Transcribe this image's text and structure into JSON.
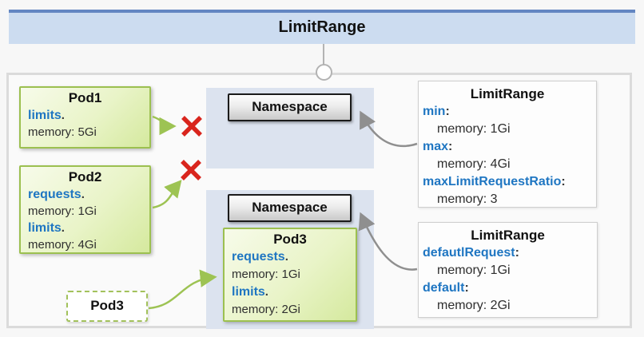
{
  "header": {
    "title": "LimitRange"
  },
  "diagram": {
    "pods": [
      {
        "title": "Pod1",
        "lines": [
          {
            "key": "limits",
            "punct": "."
          },
          {
            "text": "memory: 5Gi"
          }
        ]
      },
      {
        "title": "Pod2",
        "lines": [
          {
            "key": "requests",
            "punct": "."
          },
          {
            "text": "memory: 1Gi"
          },
          {
            "key": "limits",
            "punct": "."
          },
          {
            "text": "memory: 4Gi"
          }
        ]
      },
      {
        "title": "Pod3",
        "lines": [
          {
            "key": "requests",
            "punct": "."
          },
          {
            "text": "memory: 1Gi"
          },
          {
            "key": "limits",
            "punct": "."
          },
          {
            "text": "memory: 2Gi"
          }
        ]
      }
    ],
    "ghost_pod": {
      "label": "Pod3"
    },
    "namespaces": [
      {
        "label": "Namespace"
      },
      {
        "label": "Namespace"
      }
    ],
    "limitranges": [
      {
        "title": "LimitRange",
        "lines": [
          {
            "key": "min",
            "punct": ":"
          },
          {
            "text": "memory: 1Gi"
          },
          {
            "key": "max",
            "punct": ":"
          },
          {
            "text": "memory: 4Gi"
          },
          {
            "key": "maxLimitRequestRatio",
            "punct": ":"
          },
          {
            "text": "memory: 3"
          }
        ]
      },
      {
        "title": "LimitRange",
        "lines": [
          {
            "key": "defautlRequest",
            "punct": ":"
          },
          {
            "text": "memory: 1Gi"
          },
          {
            "key": "default",
            "punct": ":"
          },
          {
            "text": "memory: 2Gi"
          }
        ]
      }
    ],
    "icons": {
      "reject_marker": "red-x-icon",
      "connector_node": "circle-connector-icon"
    },
    "colors": {
      "header_fill": "#ccdcf0",
      "header_top_border": "#6386c2",
      "key_blue": "#1f76c2",
      "pod_border": "#9cc050",
      "panel_fill": "#dce3ef",
      "arrow_green": "#9dc353",
      "arrow_gray": "#999999",
      "reject_red": "#d9251d"
    }
  }
}
